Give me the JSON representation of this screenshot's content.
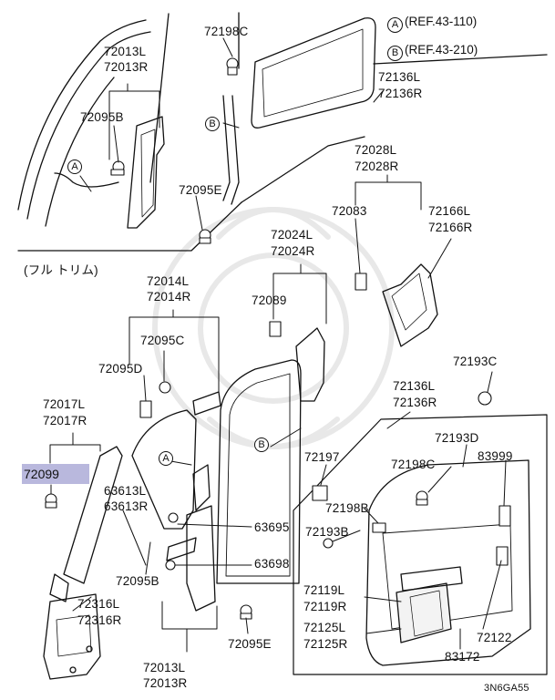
{
  "references": [
    {
      "letter": "A",
      "text": "(REF.43-110)"
    },
    {
      "letter": "B",
      "text": "(REF.43-210)"
    }
  ],
  "section_label": "(フル トリム)",
  "highlighted_part": "72099",
  "callout_letters": {
    "a": "A",
    "b": "B"
  },
  "diagram_code": "3N6GA55",
  "labels": {
    "p72013L_top": "72013L",
    "p72013R_top": "72013R",
    "p72198C_top": "72198C",
    "p72136L_top": "72136L",
    "p72136R_top": "72136R",
    "p72095B_top": "72095B",
    "p72095E_top": "72095E",
    "p72028L": "72028L",
    "p72028R": "72028R",
    "p72083": "72083",
    "p72166L": "72166L",
    "p72166R": "72166R",
    "p72024L": "72024L",
    "p72024R": "72024R",
    "p72089": "72089",
    "p72014L": "72014L",
    "p72014R": "72014R",
    "p72095C": "72095C",
    "p72095D": "72095D",
    "p72193C": "72193C",
    "p72136L_mid": "72136L",
    "p72136R_mid": "72136R",
    "p72017L": "72017L",
    "p72017R": "72017R",
    "p72193D": "72193D",
    "p72197": "72197",
    "p72198C_mid": "72198C",
    "p83999": "83999",
    "p63613L": "63613L",
    "p63613R": "63613R",
    "p72198B": "72198B",
    "p63695": "63695",
    "p72193B": "72193B",
    "p63698": "63698",
    "p72095B_bot": "72095B",
    "p72119L": "72119L",
    "p72119R": "72119R",
    "p72316L": "72316L",
    "p72316R": "72316R",
    "p72125L": "72125L",
    "p72125R": "72125R",
    "p72122": "72122",
    "p72095E_bot": "72095E",
    "p83172": "83172",
    "p72013L_bot": "72013L",
    "p72013R_bot": "72013R"
  }
}
